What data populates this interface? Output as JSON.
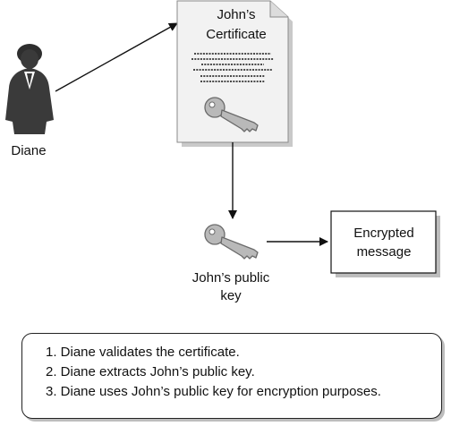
{
  "person": {
    "label": "Diane"
  },
  "certificate": {
    "title_line1": "John’s",
    "title_line2": "Certificate"
  },
  "public_key": {
    "label_line1": "John’s public",
    "label_line2": "key"
  },
  "message_box": {
    "label_line1": "Encrypted",
    "label_line2": "message"
  },
  "steps": [
    "1. Diane validates the certificate.",
    "2. Diane extracts John’s public key.",
    "3. Diane uses John’s public key for encryption purposes."
  ]
}
